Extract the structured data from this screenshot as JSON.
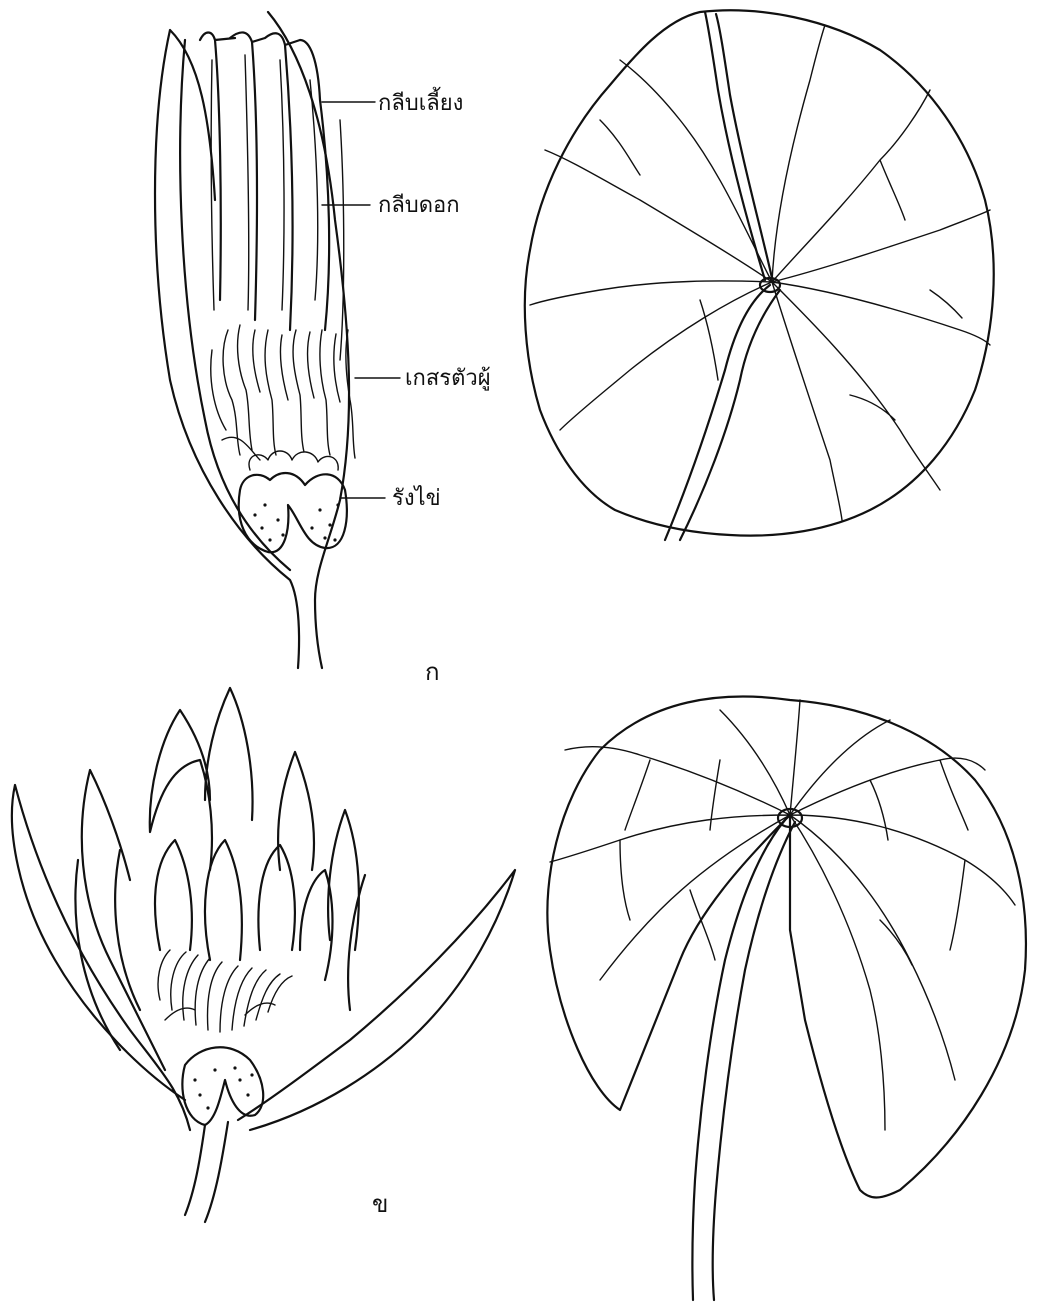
{
  "figure_a": {
    "caption": "ก",
    "labels": {
      "sepal": "กลีบเลี้ยง",
      "petal": "กลีบดอก",
      "stamen": "เกสรตัวผู้",
      "ovary": "รังไข่"
    }
  },
  "figure_b": {
    "caption": "ข"
  },
  "colors": {
    "ink": "#111111",
    "paper": "#ffffff"
  }
}
